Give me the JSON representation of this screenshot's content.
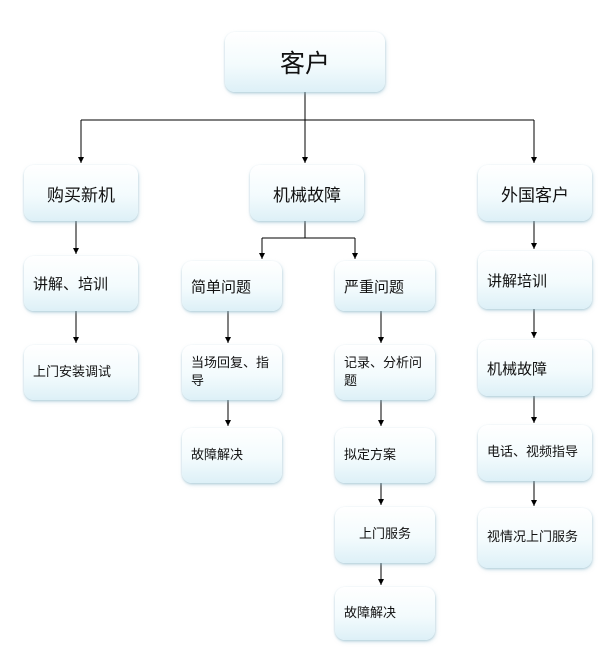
{
  "root": {
    "label": "客户"
  },
  "branches": {
    "purchase": {
      "label": "购买新机",
      "steps": [
        "讲解、培训",
        "上门安装调试"
      ]
    },
    "fault": {
      "label": "机械故障",
      "simple": {
        "label": "简单问题",
        "steps": [
          "当场回复、指导",
          "故障解决"
        ]
      },
      "serious": {
        "label": "严重问题",
        "steps": [
          "记录、分析问题",
          "拟定方案",
          "上门服务",
          "故障解决"
        ]
      }
    },
    "foreign": {
      "label": "外国客户",
      "steps": [
        "讲解培训",
        "机械故障",
        "电话、视频指导",
        "视情况上门服务"
      ]
    }
  }
}
